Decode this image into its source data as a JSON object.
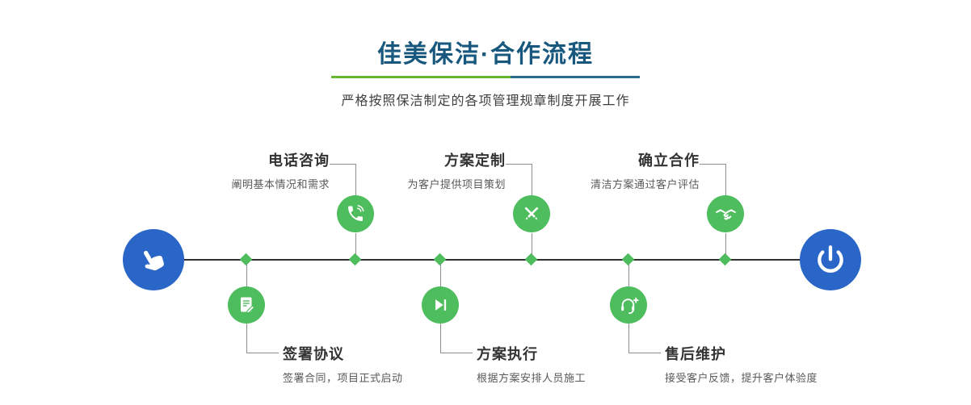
{
  "header": {
    "title": "佳美保洁·合作流程",
    "subtitle": "严格按照保洁制定的各项管理规章制度开展工作"
  },
  "timeline": {
    "start_icon": "pointing-hand-icon",
    "end_icon": "power-icon"
  },
  "steps": {
    "top": [
      {
        "title": "电话咨询",
        "desc": "阐明基本情况和需求",
        "icon": "phone-icon"
      },
      {
        "title": "方案定制",
        "desc": "为客户提供项目策划",
        "icon": "design-pencil-icon"
      },
      {
        "title": "确立合作",
        "desc": "清洁方案通过客户评估",
        "icon": "handshake-icon"
      }
    ],
    "bottom": [
      {
        "title": "签署协议",
        "desc": "签署合同，项目正式启动",
        "icon": "contract-icon"
      },
      {
        "title": "方案执行",
        "desc": "根据方案安排人员施工",
        "icon": "play-icon"
      },
      {
        "title": "售后维护",
        "desc": "接受客户反馈，提升客户体验度",
        "icon": "customer-service-icon"
      }
    ]
  },
  "colors": {
    "title_blue": "#19587e",
    "accent_green": "#4dbd5d",
    "accent_blue": "#2a65c8",
    "underline_green": "#66b82f",
    "underline_blue": "#2a6b95"
  }
}
